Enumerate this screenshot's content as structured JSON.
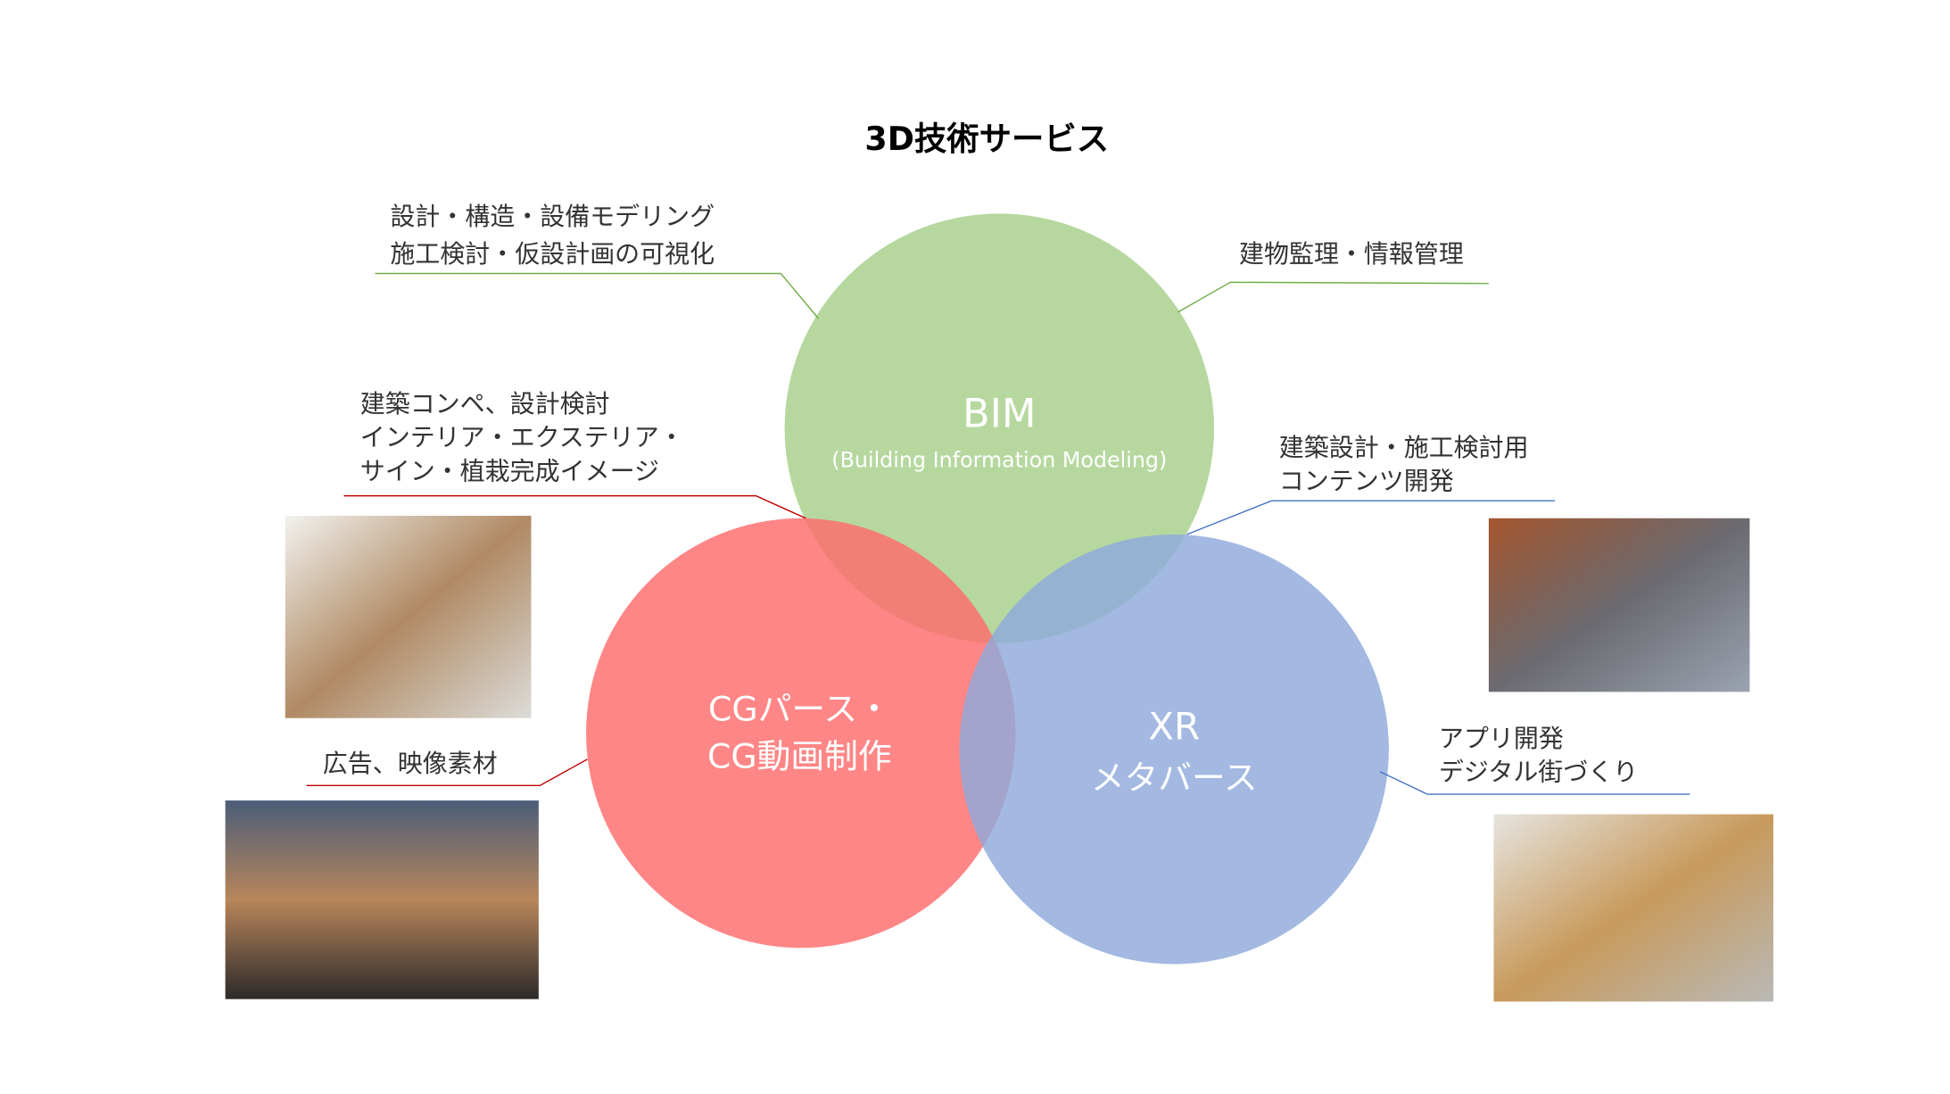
{
  "title": "3D技術サービス",
  "circles": {
    "bim": {
      "title": "BIM",
      "subtitle": "(Building Information Modeling)",
      "color": "#A9D18E"
    },
    "cg": {
      "line1": "CGパース・",
      "line2": "CG動画制作",
      "color": "#FF6B6B"
    },
    "xr": {
      "line1": "XR",
      "line2": "メタバース",
      "color": "#8FAADC"
    }
  },
  "labels": {
    "bim_left": [
      "設計・構造・設備モデリング",
      "施工検討・仮設計画の可視化"
    ],
    "bim_right": [
      "建物監理・情報管理"
    ],
    "cg_upper": [
      "建築コンペ、設計検討",
      "インテリア・エクステリア・",
      "サイン・植栽完成イメージ"
    ],
    "cg_lower": [
      "広告、映像素材"
    ],
    "xr_upper": [
      "建築設計・施工検討用",
      "コンテンツ開発"
    ],
    "xr_lower": [
      "アプリ開発",
      "デジタル街づくり"
    ]
  }
}
